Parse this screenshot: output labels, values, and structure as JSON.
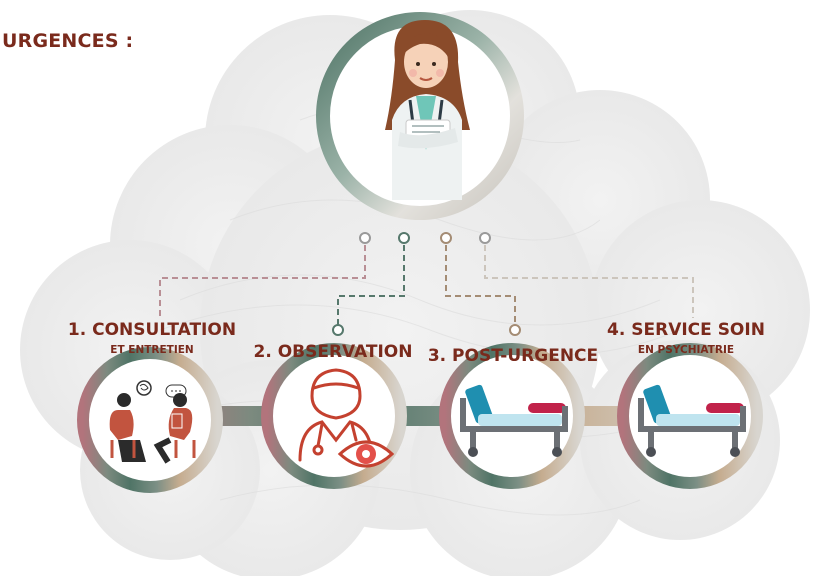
{
  "header": {
    "title": "URGENCES :"
  },
  "top_node": {
    "icon": "doctor-illustration"
  },
  "steps": [
    {
      "label": "1. CONSULTATION",
      "sublabel": "ET ENTRETIEN",
      "icon": "consultation-illustration"
    },
    {
      "label": "2. OBSERVATION",
      "sublabel": "",
      "icon": "doctor-eye-icon"
    },
    {
      "label": "3. POST-URGENCE",
      "sublabel": "",
      "icon": "hospital-bed-icon"
    },
    {
      "label": "4. SERVICE SOIN",
      "sublabel": "EN PSYCHIATRIE",
      "icon": "hospital-bed-icon"
    }
  ],
  "colors": {
    "text": "#7a2a1c",
    "cloud": "#eeeeee",
    "ring_gray": "#c9c5be",
    "ring_green": "#56786c",
    "ring_rose": "#b77a80",
    "ring_tan": "#c5ac8f",
    "eye_red": "#e3504a",
    "bed_teal": "#1f8fb0",
    "bed_red": "#c1224a"
  }
}
